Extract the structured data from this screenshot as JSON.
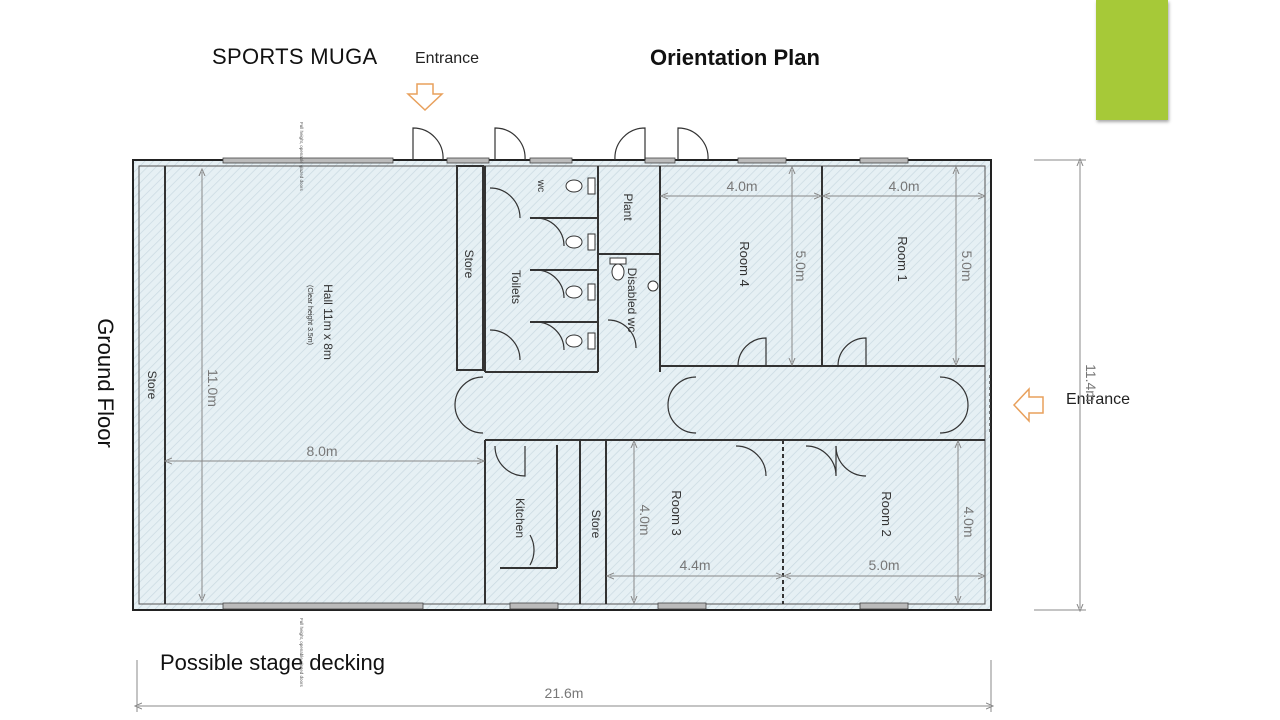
{
  "header": {
    "sports_label": "SPORTS MUGA",
    "entrance_top": "Entrance",
    "title": "Orientation Plan"
  },
  "side_label": "Ground Floor",
  "entrance_right": "Entrance",
  "footer": {
    "stage": "Possible stage decking"
  },
  "accent_color": "#a6c938",
  "rooms": {
    "store_left": "Store",
    "hall": "Hall 11m x 8m",
    "hall_note": "(Clear height 3.5m)",
    "store_mid": "Store",
    "wc": "wc",
    "toilets": "Toilets",
    "plant": "Plant",
    "disabled_wc": "Disabled wc",
    "room4": "Room 4",
    "room1": "Room 1",
    "kitchen": "Kitchen",
    "store_lower": "Store",
    "room3": "Room 3",
    "room2": "Room 2"
  },
  "dimensions": {
    "hall_height": "11.0m",
    "hall_width": "8.0m",
    "room4_width": "4.0m",
    "room4_height": "5.0m",
    "room1_width": "4.0m",
    "room1_height": "5.0m",
    "room3_height": "4.0m",
    "room3_width": "4.4m",
    "room2_width": "5.0m",
    "room2_height": "4.0m",
    "total_width": "21.6m",
    "total_height": "11.4m"
  },
  "notes": {
    "glazed_top": "Full height, openable glazed doors",
    "glazed_bottom": "Full height, openable glazed doors"
  }
}
